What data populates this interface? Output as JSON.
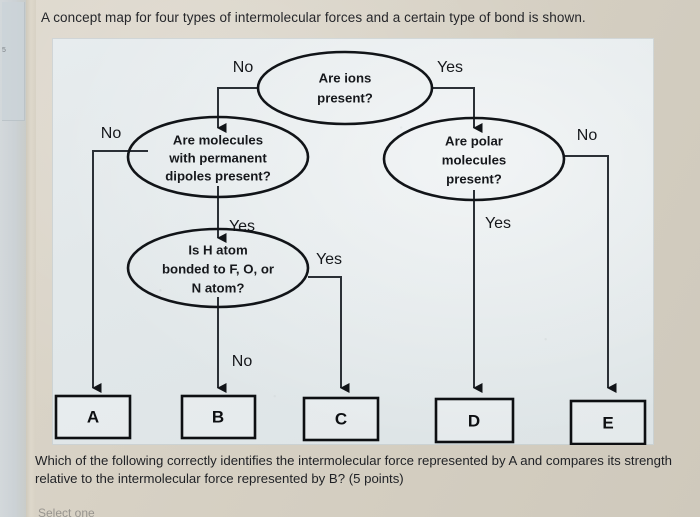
{
  "document": {
    "prompt_top": "A concept map for four types of intermolecular forces and a certain type of bond is shown.",
    "question": "Which of the following correctly identifies the intermolecular force represented by A and compares its strength relative to the intermolecular force represented by B? (5 points)",
    "bottom_cut_text": "Select one"
  },
  "gutter": {
    "page_mark": "5"
  },
  "concept_map": {
    "nodes": [
      {
        "id": "q1",
        "shape": "ellipse",
        "lines": [
          "Are ions",
          "present?"
        ]
      },
      {
        "id": "q2",
        "shape": "ellipse",
        "lines": [
          "Are molecules",
          "with permanent",
          "dipoles present?"
        ]
      },
      {
        "id": "q3",
        "shape": "ellipse",
        "lines": [
          "Are polar",
          "molecules",
          "present?"
        ]
      },
      {
        "id": "q4",
        "shape": "ellipse",
        "lines": [
          "Is H atom",
          "bonded to F, O, or",
          "N atom?"
        ]
      },
      {
        "id": "boxA",
        "shape": "box",
        "label": "A"
      },
      {
        "id": "boxB",
        "shape": "box",
        "label": "B"
      },
      {
        "id": "boxC",
        "shape": "box",
        "label": "C"
      },
      {
        "id": "boxD",
        "shape": "box",
        "label": "D"
      },
      {
        "id": "boxE",
        "shape": "box",
        "label": "E"
      }
    ],
    "edges": [
      {
        "from": "q1",
        "to": "q2",
        "label": "No"
      },
      {
        "from": "q1",
        "to": "q3",
        "label": "Yes"
      },
      {
        "from": "q2",
        "to": "boxA",
        "label": "No"
      },
      {
        "from": "q2",
        "to": "q4",
        "label": "Yes"
      },
      {
        "from": "q4",
        "to": "boxB",
        "label": "No"
      },
      {
        "from": "q4",
        "to": "boxC",
        "label": "Yes"
      },
      {
        "from": "q3",
        "to": "boxD",
        "label": "Yes"
      },
      {
        "from": "q3",
        "to": "boxE",
        "label": "No"
      }
    ],
    "edge_labels": {
      "q1_no": "No",
      "q1_yes": "Yes",
      "q2_no": "No",
      "q2_yes": "Yes",
      "q4_yes": "Yes",
      "q4_no": "No",
      "q3_no": "No",
      "q3_yes": "Yes"
    },
    "node_text": {
      "q1_l1": "Are ions",
      "q1_l2": "present?",
      "q2_l1": "Are molecules",
      "q2_l2": "with permanent",
      "q2_l3": "dipoles present?",
      "q3_l1": "Are polar",
      "q3_l2": "molecules",
      "q3_l3": "present?",
      "q4_l1": "Is H atom",
      "q4_l2": "bonded to F, O, or",
      "q4_l3": "N atom?"
    },
    "box_labels": {
      "a": "A",
      "b": "B",
      "c": "C",
      "d": "D",
      "e": "E"
    },
    "colors": {
      "stroke": "#111418",
      "connector": "#2b3036",
      "panel_bg": "#e3e9eb",
      "paper_bg": "#d9d3c6",
      "text": "#16181c"
    }
  }
}
